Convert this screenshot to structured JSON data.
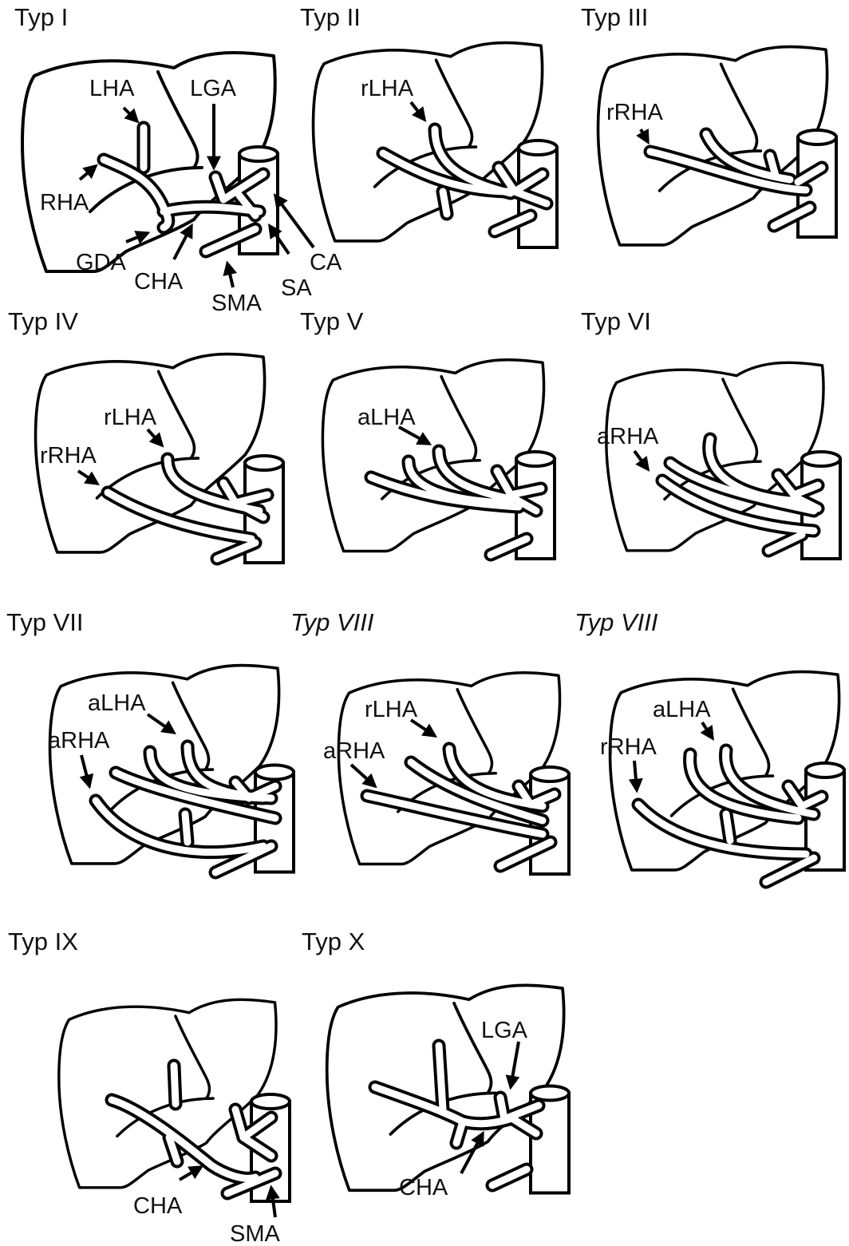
{
  "figure": {
    "panels": [
      {
        "title": "Typ I",
        "italic": false,
        "labels": [
          "LHA",
          "LGA",
          "RHA",
          "GDA",
          "CHA",
          "SMA",
          "SA",
          "CA"
        ]
      },
      {
        "title": "Typ II",
        "italic": false,
        "labels": [
          "rLHA"
        ]
      },
      {
        "title": "Typ III",
        "italic": false,
        "labels": [
          "rRHA"
        ]
      },
      {
        "title": "Typ IV",
        "italic": false,
        "labels": [
          "rLHA",
          "rRHA"
        ]
      },
      {
        "title": "Typ V",
        "italic": false,
        "labels": [
          "aLHA"
        ]
      },
      {
        "title": "Typ VI",
        "italic": false,
        "labels": [
          "aRHA"
        ]
      },
      {
        "title": "Typ VII",
        "italic": false,
        "labels": [
          "aLHA",
          "aRHA"
        ]
      },
      {
        "title": "Typ VIII",
        "italic": true,
        "labels": [
          "rLHA",
          "aRHA"
        ]
      },
      {
        "title": "Typ VIII",
        "italic": true,
        "labels": [
          "aLHA",
          "rRHA"
        ]
      },
      {
        "title": "Typ IX",
        "italic": false,
        "labels": [
          "CHA",
          "SMA"
        ]
      },
      {
        "title": "Typ X",
        "italic": false,
        "labels": [
          "LGA",
          "CHA"
        ]
      }
    ]
  },
  "colors": {
    "ink": "#000000",
    "paper": "#ffffff"
  }
}
